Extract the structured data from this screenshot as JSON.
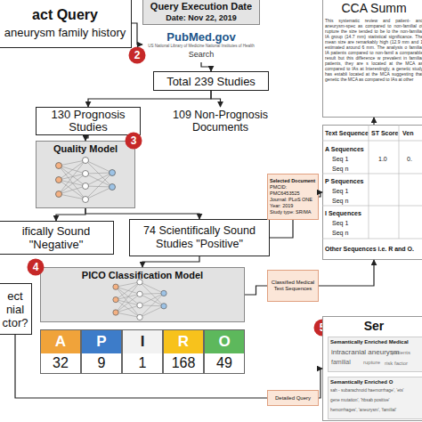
{
  "diagram": {
    "nodes": [
      {
        "text": [
          "act Query",
          "aneurysm family history"
        ]
      },
      {
        "text": [
          "Query Execution Date",
          "Date: Nov 22, 2019"
        ]
      },
      {
        "text": [
          "PubMed.gov",
          "US National Library of Medicine National Institutes of Health",
          "Search"
        ]
      },
      {
        "text": [
          "2"
        ]
      },
      {
        "text": [
          "Total 239 Studies"
        ]
      },
      {
        "text": [
          "130 Prognosis Studies"
        ]
      },
      {
        "text": [
          "109 Non-Prognosis Documents"
        ]
      },
      {
        "text": [
          "Quality Model"
        ]
      },
      {
        "text": [
          "3"
        ]
      },
      {
        "text": [
          "ifically Sound \"Negative\""
        ]
      },
      {
        "text": [
          "74 Scientifically Sound Studies \"Positive\""
        ]
      },
      {
        "text": [
          "Selected Document",
          "PMCID: PMC6453525",
          "Journal: PLoS ONE",
          "Year: 2019",
          "Study type: SR/MA"
        ]
      },
      {
        "text": [
          "PICO Classification Model"
        ]
      },
      {
        "text": [
          "4"
        ]
      },
      {
        "text": [
          "Classified Medical Text Sequences"
        ]
      },
      {
        "text": [
          "ect nial ctor?"
        ]
      },
      {
        "text": [
          "A",
          "32"
        ]
      },
      {
        "text": [
          "P",
          "9"
        ]
      },
      {
        "text": [
          "I",
          "1"
        ]
      },
      {
        "text": [
          "R",
          "168"
        ]
      },
      {
        "text": [
          "O",
          "49"
        ]
      },
      {
        "text": [
          "Detailed Query"
        ]
      },
      {
        "text": [
          "CCA Summ",
          "This systematic review and patient- and aneurysm-spec as compared to non-familial of rupture the size tended to be lo the non-familial IA group (14.7 mm) statistical significance. The mean size are remarkably high (12.9 mm and 1 estimated around 6 mm. The analysis o familial IA patients compared to non-famil a comparable result but this difference w prevalent in familial patients, they are s located at the MCA as compared to IAs at Interestingly, a genetic study has establi located at the MCA suggesting that genetic the MCA as compared to IAs at other"
        ]
      },
      {
        "text": [
          "Text Sequence",
          "ST Score",
          "Ven",
          "A Sequences",
          "Seq 1",
          "1.0",
          "0.",
          "Seq n",
          "P Sequences",
          "Seq 1",
          "Seq n",
          "I Sequences",
          "Seq 1",
          "Seq n",
          "Other Sequences i.e. R and O."
        ]
      },
      {
        "text": [
          "5"
        ]
      },
      {
        "text": [
          "Ser"
        ]
      },
      {
        "text": [
          "Semantically Enriched Medical"
        ],
        "in": 25
      },
      {
        "text": [
          "Semantically Enriched O"
        ],
        "in": 25
      }
    ],
    "edges": [
      {
        "from": 0,
        "to": 2,
        "arrow": "to"
      },
      {
        "from": 2,
        "to": 4,
        "arrow": "to"
      },
      {
        "from": 4,
        "to": 5,
        "arrow": "to"
      },
      {
        "from": 4,
        "to": 6,
        "arrow": "to"
      },
      {
        "from": 5,
        "to": 7,
        "arrow": "to"
      },
      {
        "from": 7,
        "to": 9,
        "arrow": "to"
      },
      {
        "from": 7,
        "to": 10,
        "arrow": "to"
      },
      {
        "from": 10,
        "to": 12,
        "arrow": "to"
      },
      {
        "from": 10,
        "to": 11,
        "arrow": "none"
      },
      {
        "from": 11,
        "to": 23,
        "arrow": "to"
      },
      {
        "from": 12,
        "to": 14,
        "arrow": "none"
      },
      {
        "from": 14,
        "to": 23,
        "arrow": "to"
      },
      {
        "from": 23,
        "to": 22,
        "arrow": "to"
      },
      {
        "from": 15,
        "to": 21,
        "arrow": "none"
      },
      {
        "from": 21,
        "to": 25,
        "arrow": "to"
      }
    ],
    "labels": [
      "intracranial aneurysm",
      "familial",
      "rupture",
      "patients",
      "risk factor",
      "sah - subarachnoid haemorrhage', 'ets'",
      "gene mutation', 'hbsab positive'",
      "hemorrhages', 'aneurysm', 'familial'"
    ]
  }
}
